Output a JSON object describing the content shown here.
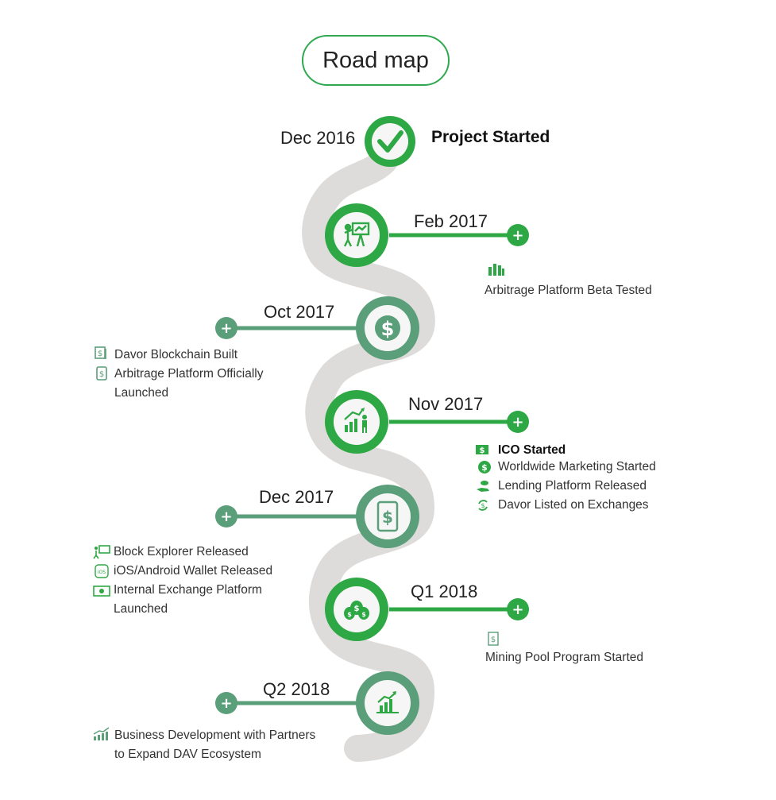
{
  "title": "Road map",
  "colors": {
    "green": "#2ea844",
    "teal": "#5a9e7a",
    "road": "#dedcda"
  },
  "milestones": [
    {
      "date": "Dec 2016",
      "headline": "Project Started",
      "icon": "check-icon"
    },
    {
      "date": "Feb 2017",
      "icon": "presentation-icon",
      "items": [
        "Arbitrage Platform Beta Tested"
      ]
    },
    {
      "date": "Oct 2017",
      "icon": "dollar-globe-icon",
      "items": [
        "Davor Blockchain Built",
        "Arbitrage Platform Officially",
        "Launched"
      ]
    },
    {
      "date": "Nov 2017",
      "icon": "growth-chart-person-icon",
      "items": [
        "ICO Started",
        "Worldwide Marketing Started",
        "Lending Platform Released",
        "Davor Listed on Exchanges"
      ]
    },
    {
      "date": "Dec 2017",
      "icon": "mobile-dollar-icon",
      "items": [
        "Block Explorer Released",
        "iOS/Android Wallet Released",
        "Internal Exchange Platform",
        "Launched"
      ]
    },
    {
      "date": "Q1 2018",
      "icon": "money-bags-icon",
      "items": [
        "Mining Pool Program Started"
      ]
    },
    {
      "date": "Q2 2018",
      "icon": "bar-chart-icon",
      "items": [
        "Business Development with Partners",
        "to Expand DAV Ecosystem"
      ]
    }
  ]
}
